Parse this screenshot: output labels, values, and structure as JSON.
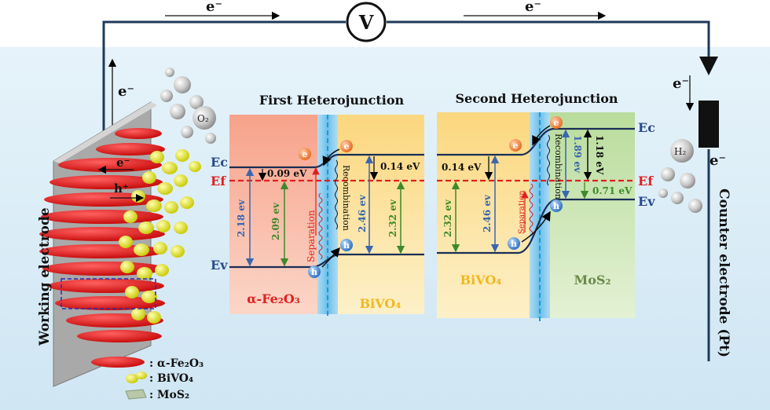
{
  "circuit": {
    "electron_label": "e⁻",
    "voltmeter_label": "V",
    "hole_label": "h⁺",
    "working_electrode_label": "Working electrode",
    "counter_electrode_label": "Counter electrode (Pt)",
    "o2_label": "O₂",
    "h2_label": "H₂"
  },
  "first_junction": {
    "title": "First Heterojunction",
    "ec_label": "Ec",
    "ef_label": "Ef",
    "ev_label": "Ev",
    "gap_left": "2.18 ev",
    "gap_left_2": "2.09 ev",
    "offset_left": "0.09 eV",
    "offset_right": "0.14 eV",
    "gap_right": "2.46 ev",
    "gap_right_2": "2.32 ev",
    "recombination": "Recombination",
    "separation": "Separation",
    "material_left": "α-Fe₂O₃",
    "material_right": "BiVO₄",
    "e_mark": "e",
    "h_mark": "h"
  },
  "second_junction": {
    "title": "Second Heterojunction",
    "ec_label": "Ec",
    "ef_label": "Ef",
    "ev_label": "Ev",
    "offset_left": "0.14 eV",
    "gap_left": "2.32 ev",
    "gap_left_2": "2.46 ev",
    "gap_right": "1.89 ev",
    "gap_right_2": "1.18 eV",
    "offset_right": "0.71 eV",
    "recombination": "Recombination",
    "separation": "Separation",
    "material_left": "BiVO₄",
    "material_right": "MoS₂",
    "e_mark": "e",
    "h_mark": "h"
  },
  "legend": {
    "fe2o3": ": α-Fe₂O₃",
    "bivo4": ": BiVO₄",
    "mos2": ": MoS₂"
  },
  "colors": {
    "fe2o3": "#e01818",
    "bivo4": "#e8e800",
    "ef_line": "#e02020",
    "band_line": "#1a2e55",
    "junction": "#1a9ad8",
    "label_blue": "#2a4a8a",
    "gap_blue": "#3a66b0",
    "gap_green": "#3e8a2a"
  }
}
